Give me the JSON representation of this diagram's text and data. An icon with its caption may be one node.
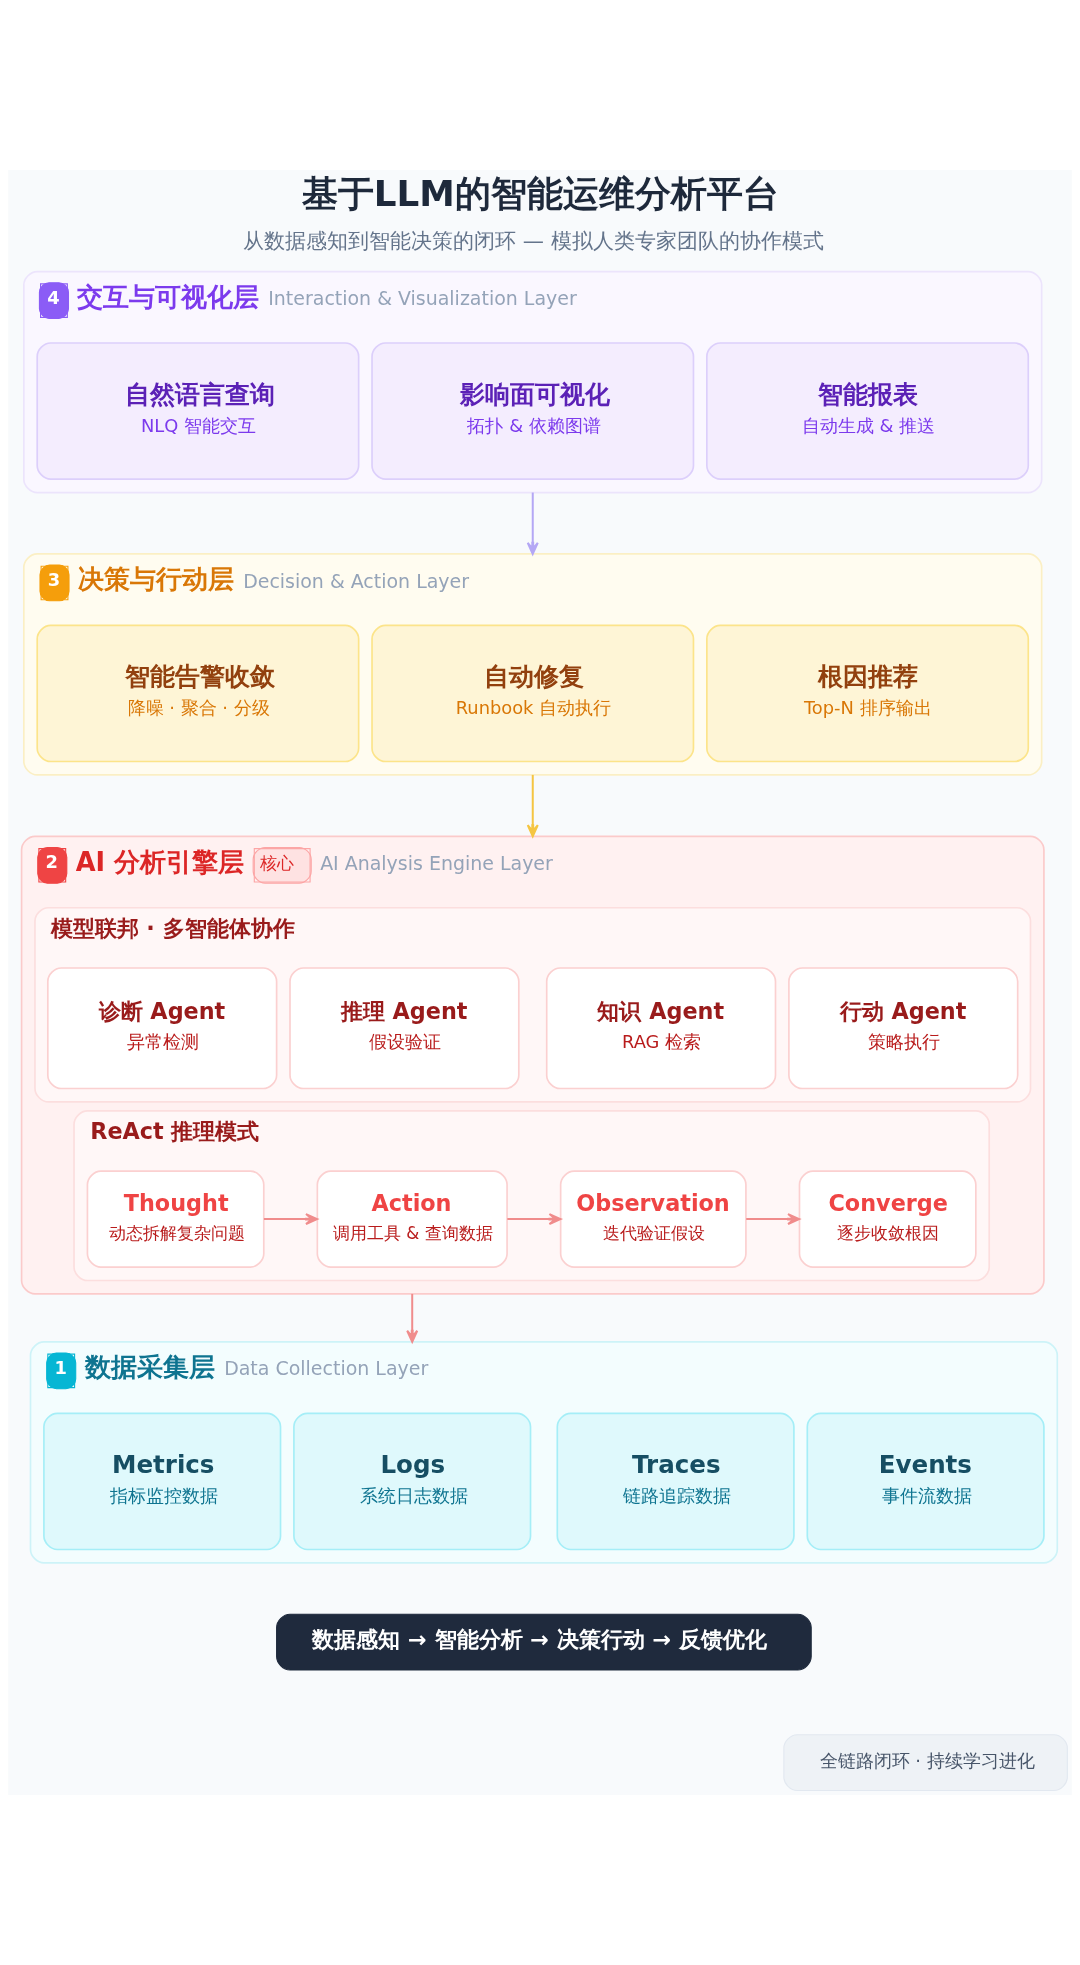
{
  "diagram": {
    "title": "基于LLM的智能运维分析平台",
    "nodes": [
      {
        "text": [
          "4",
          "交互与可视化层",
          "Interaction & Visualization Layer"
        ]
      },
      {
        "text": [
          "自然语言查询",
          "NLQ 智能交互"
        ],
        "in": 0
      },
      {
        "text": [
          "影响面可视化",
          "拓扑 & 依赖图谱"
        ],
        "in": 0
      },
      {
        "text": [
          "智能报表",
          "自动生成 & 推送"
        ],
        "in": 0
      },
      {
        "text": [
          "3",
          "决策与行动层",
          "Decision & Action Layer"
        ]
      },
      {
        "text": [
          "智能告警收敛",
          "降噪 · 聚合 · 分级"
        ],
        "in": 4
      },
      {
        "text": [
          "自动修复",
          "Runbook 自动执行"
        ],
        "in": 4
      },
      {
        "text": [
          "根因推荐",
          "Top-N 排序输出"
        ],
        "in": 4
      },
      {
        "text": [
          "2",
          "AI 分析引擎层",
          "核心",
          "AI Analysis Engine Layer"
        ]
      },
      {
        "text": [
          "模型联邦 · 多智能体协作"
        ],
        "in": 8
      },
      {
        "text": [
          "诊断 Agent",
          "异常检测"
        ],
        "in": 9
      },
      {
        "text": [
          "推理 Agent",
          "假设验证"
        ],
        "in": 9
      },
      {
        "text": [
          "知识 Agent",
          "RAG 检索"
        ],
        "in": 9
      },
      {
        "text": [
          "行动 Agent",
          "策略执行"
        ],
        "in": 9
      },
      {
        "text": [
          "ReAct 推理模式"
        ],
        "in": 8
      },
      {
        "text": [
          "Thought",
          "动态拆解复杂问题"
        ],
        "in": 14
      },
      {
        "text": [
          "Action",
          "调用工具 & 查询数据"
        ],
        "in": 14
      },
      {
        "text": [
          "Observation",
          "迭代验证假设"
        ],
        "in": 14
      },
      {
        "text": [
          "Converge",
          "逐步收敛根因"
        ],
        "in": 14
      },
      {
        "text": [
          "1",
          "数据采集层",
          "Data Collection Layer"
        ]
      },
      {
        "text": [
          "Metrics",
          "指标监控数据"
        ],
        "in": 19
      },
      {
        "text": [
          "Logs",
          "系统日志数据"
        ],
        "in": 19
      },
      {
        "text": [
          "Traces",
          "链路追踪数据"
        ],
        "in": 19
      },
      {
        "text": [
          "Events",
          "事件流数据"
        ],
        "in": 19
      },
      {
        "text": [
          "数据感知 → 智能分析 → 决策行动 → 反馈优化"
        ]
      },
      {
        "text": [
          "全链路闭环 · 持续学习进化"
        ]
      }
    ],
    "edges": [
      {
        "from": 0,
        "to": 4,
        "arrow": "to",
        "color": "#b4a7f5"
      },
      {
        "from": 4,
        "to": 8,
        "arrow": "to",
        "color": "#f5c542"
      },
      {
        "from": 15,
        "to": 16,
        "arrow": "to"
      },
      {
        "from": 16,
        "to": 17,
        "arrow": "to"
      },
      {
        "from": 17,
        "to": 18,
        "arrow": "to"
      },
      {
        "from": 8,
        "to": 19,
        "arrow": "to"
      }
    ],
    "labels": [
      "从数据感知到智能决策的闭环 — 模拟人类专家团队的协作模式"
    ]
  }
}
